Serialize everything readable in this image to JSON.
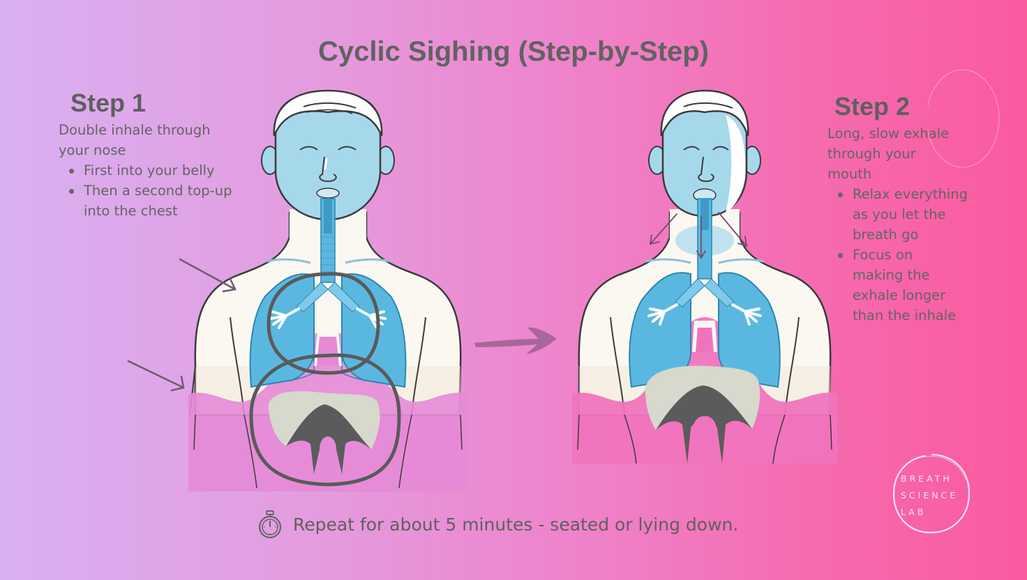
{
  "title": "Cyclic Sighing (Step-by-Step)",
  "steps": [
    {
      "heading": "Step 1",
      "description_lines": [
        "Double inhale through",
        "your nose"
      ],
      "bullets": [
        [
          "First into your belly"
        ],
        [
          "Then a second top-up",
          "into the chest"
        ]
      ]
    },
    {
      "heading": "Step 2",
      "description_lines": [
        "Long, slow exhale",
        "through your",
        "mouth"
      ],
      "bullets": [
        [
          "Relax everything",
          "as you let the",
          "breath go"
        ],
        [
          "Focus on",
          "making the",
          "exhale longer",
          "than the inhale"
        ]
      ]
    }
  ],
  "footer": {
    "icon": "stopwatch-icon",
    "text": "Repeat for about 5 minutes - seated or lying down."
  },
  "logo": {
    "lines": [
      "BREATH",
      "SCIENCE",
      "LAB"
    ]
  },
  "colors": {
    "background_left": "#d9b0f2",
    "background_right": "#fb5a9f",
    "text": "#5f5f5f",
    "lung_blue": "#5ab8e0",
    "face_blue": "#a6d8ec",
    "diaphragm_grey": "#d6d9cc",
    "diaphragm_dark": "#5b5b5b",
    "flow_arrow": "#a9669a"
  }
}
